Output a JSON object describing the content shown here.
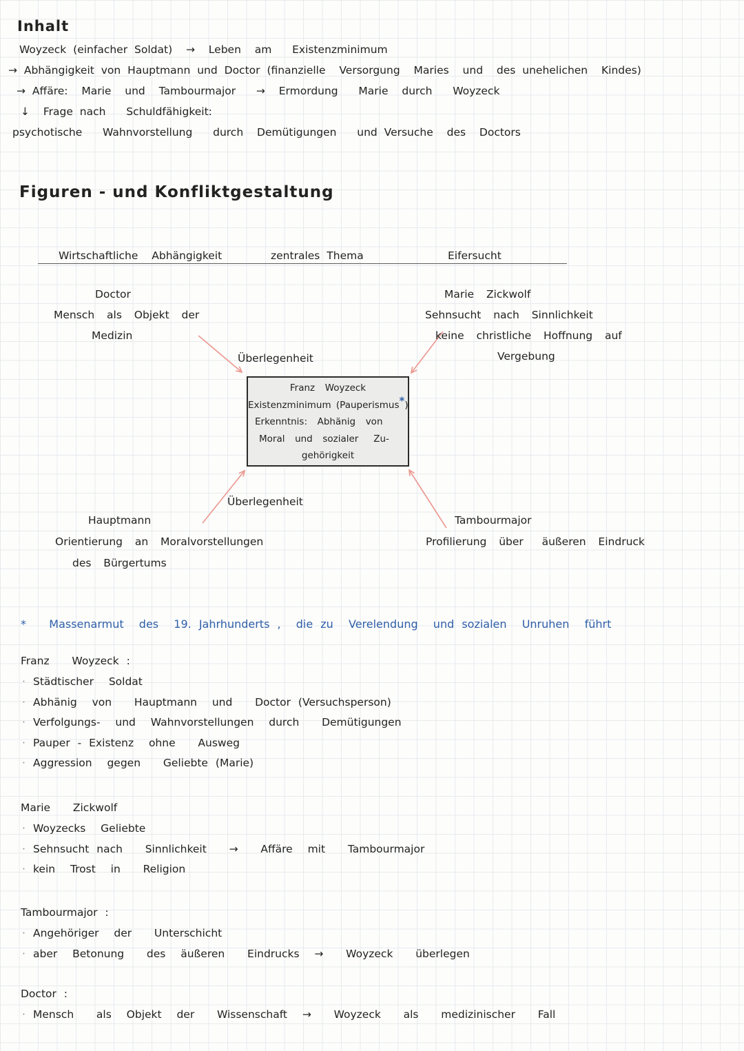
{
  "page": {
    "bg": "#fdfdfc",
    "grid": "#e7eaee",
    "ink": "#222321",
    "blue": "#2f5fa8",
    "arrow": "#eb9a91",
    "box_fill": "#ececea",
    "box_border": "#2b2b29",
    "rule": "#5c5c5c"
  },
  "inhalt": {
    "heading": "Inhalt",
    "line1": "Woyzeck (einfacher Soldat)  →  Leben  am   Existenzminimum",
    "line2": "→ Abhängigkeit von Hauptmann und Doctor (finanzielle  Versorgung  Maries  und  des unehelichen  Kindes)",
    "line3": "→ Affäre:  Marie  und  Tambourmajor   →  Ermordung   Marie  durch   Woyzeck",
    "line4": "↓  Frage nach   Schuldfähigkeit:",
    "line5": "psychotische   Wahnvorstellung   durch  Demütigungen   und Versuche  des  Doctors"
  },
  "figuren": {
    "heading": "Figuren -  und   Konfliktgestaltung",
    "col1": "Wirtschaftliche  Abhängigkeit",
    "col2": "zentrales Thema",
    "col3": "Eifersucht",
    "doctor_title": "Doctor",
    "doctor_line1": "Mensch  als  Objekt  der",
    "doctor_line2": "Medizin",
    "marie_title": "Marie  Zickwolf",
    "marie_line1": "Sehnsucht  nach  Sinnlichkeit",
    "marie_line2": "keine  christliche  Hoffnung  auf",
    "marie_line3": "Vergebung",
    "label_top": "Überlegenheit",
    "label_bottom": "Überlegenheit",
    "box_line1": "Franz  Woyzeck",
    "box_line2_pre": "Existenzminimum (Pauperismus",
    "box_asterisk": "*",
    "box_line2_post": ")",
    "box_line3": "Erkenntnis:  Abhänig  von",
    "box_line4": "Moral  und  sozialer   Zu-",
    "box_line5": "gehörigkeit",
    "hauptmann_title": "Hauptmann",
    "hauptmann_line1": "Orientierung  an  Moralvorstellungen",
    "hauptmann_line2": "des  Bürgertums",
    "tambour_title": "Tambourmajor",
    "tambour_line1": "Profilierung  über   äußeren  Eindruck"
  },
  "footnote": "*   Massenarmut  des  19. Jahrhunderts ,  die zu  Verelendung  und sozialen  Unruhen  führt",
  "characters": [
    {
      "title": "Franz   Woyzeck :",
      "items": [
        "Städtischer  Soldat",
        "Abhänig  von   Hauptmann  und   Doctor (Versuchsperson)",
        "Verfolgungs-  und  Wahnvorstellungen  durch   Demütigungen",
        "Pauper - Existenz  ohne   Ausweg",
        "Aggression  gegen   Geliebte (Marie)"
      ]
    },
    {
      "title": "Marie   Zickwolf",
      "items": [
        "Woyzecks  Geliebte",
        "Sehnsucht nach   Sinnlichkeit   →   Affäre  mit   Tambourmajor",
        "kein  Trost  in   Religion"
      ]
    },
    {
      "title": "Tambourmajor :",
      "items": [
        "Angehöriger  der   Unterschicht",
        "aber  Betonung   des  äußeren   Eindrucks  →   Woyzeck   überlegen"
      ]
    },
    {
      "title": "Doctor :",
      "items": [
        "Mensch   als  Objekt  der   Wissenschaft  →   Woyzeck   als   medizinischer   Fall"
      ]
    }
  ]
}
